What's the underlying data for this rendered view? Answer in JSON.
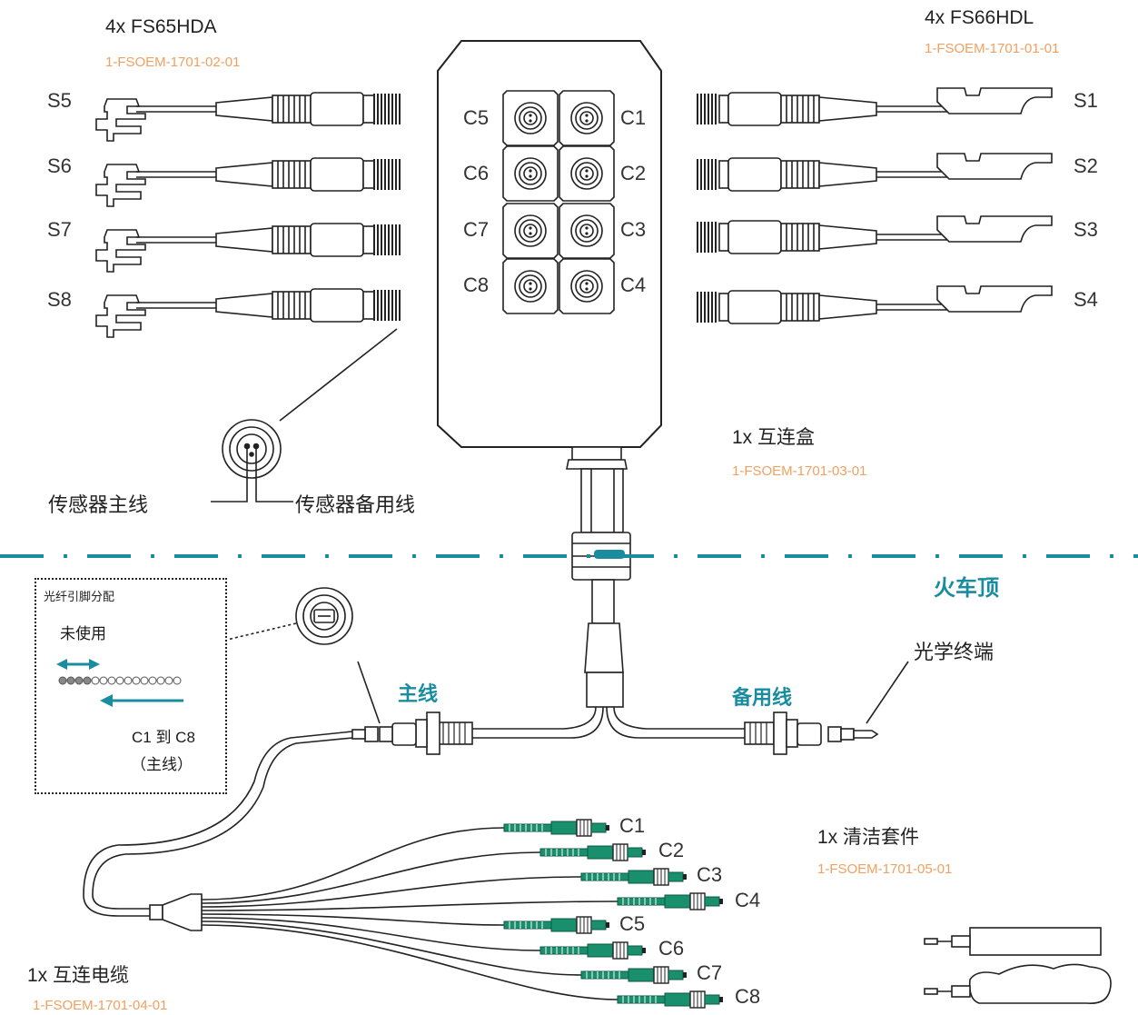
{
  "sensors_a": {
    "title": "4x FS65HDA",
    "part": "1-FSOEM-1701-02-01",
    "labels": [
      "S5",
      "S6",
      "S7",
      "S8"
    ]
  },
  "sensors_b": {
    "title": "4x FS66HDL",
    "part": "1-FSOEM-1701-01-01",
    "labels": [
      "S1",
      "S2",
      "S3",
      "S4"
    ]
  },
  "box": {
    "left_labels": [
      "C5",
      "C6",
      "C7",
      "C8"
    ],
    "right_labels": [
      "C1",
      "C2",
      "C3",
      "C4"
    ],
    "title": "1x 互连盒",
    "part": "1-FSOEM-1701-03-01"
  },
  "connector_detail": {
    "main": "传感器主线",
    "backup": "传感器备用线"
  },
  "divider": {
    "label": "火车顶"
  },
  "legend": {
    "title": "光纤引脚分配",
    "unused": "未使用",
    "line1": "C1 到 C8",
    "line2": "（主线）"
  },
  "trunk": {
    "main": "主线",
    "backup": "备用线",
    "terminal": "光学终端"
  },
  "fanout": {
    "labels": [
      "C1",
      "C2",
      "C3",
      "C4",
      "C5",
      "C6",
      "C7",
      "C8"
    ]
  },
  "cable": {
    "title": "1x 互连电缆",
    "part": "1-FSOEM-1701-04-01"
  },
  "cleaning": {
    "title": "1x 清洁套件",
    "part": "1-FSOEM-1701-05-01"
  },
  "colors": {
    "accent_teal": "#1a8ca0",
    "part_orange": "#F0A060",
    "fiber_green": "#1a8f6e",
    "line": "#222222"
  }
}
